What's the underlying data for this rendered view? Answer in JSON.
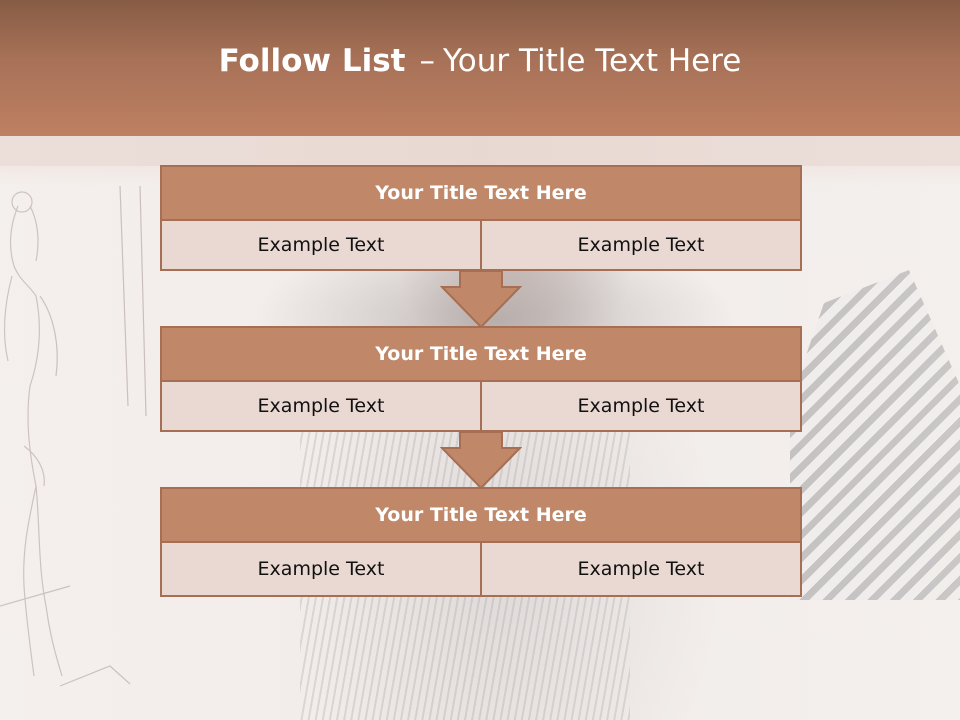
{
  "slide": {
    "title_bold": "Follow List",
    "title_separator": "–",
    "title_rest": "Your Title Text Here"
  },
  "follow_list": {
    "blocks": [
      {
        "title": "Your Title Text Here",
        "cells": [
          "Example Text",
          "Example Text"
        ]
      },
      {
        "title": "Your Title Text Here",
        "cells": [
          "Example Text",
          "Example Text"
        ]
      },
      {
        "title": "Your Title Text Here",
        "cells": [
          "Example Text",
          "Example Text"
        ]
      }
    ]
  },
  "colors": {
    "header_dark": "#875c44",
    "header_light": "#be8062",
    "block_title_fill": "#c08868",
    "block_border": "#a66e52",
    "cell_fill": "#ead9d2",
    "arrow_fill": "#c08868"
  }
}
